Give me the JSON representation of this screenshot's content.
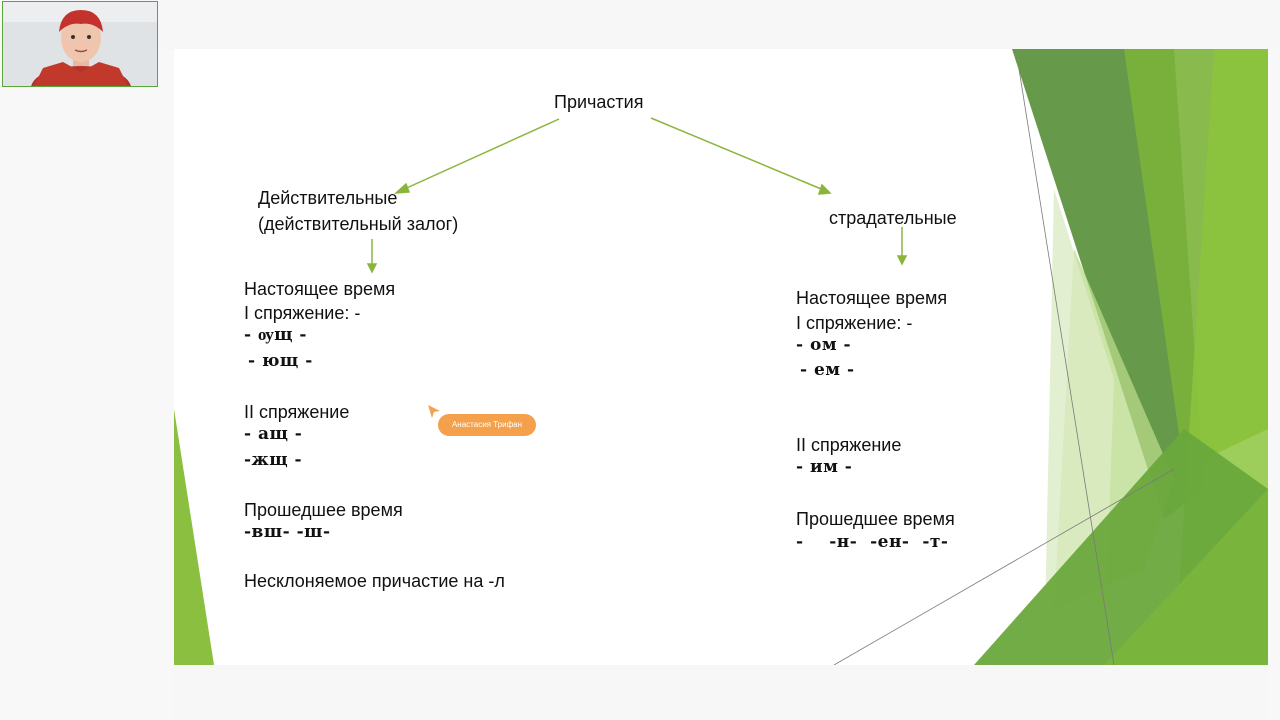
{
  "slide": {
    "root": "Причастия",
    "active": {
      "title_line1": "Действительные",
      "title_line2": "(действительный залог)",
      "present_heading": "Настоящее время",
      "conj1_heading": "I спряжение: -",
      "conj1_suffix1": "- ѹщ -",
      "conj1_suffix2": "- ющ -",
      "conj2_heading": "II спряжение",
      "conj2_suffix1": "- ащ -",
      "conj2_suffix2": "-жщ -",
      "past_heading": "Прошедшее время",
      "past_suffix": "-вш- -ш-",
      "indecl": "Несклоняемое причастие на -л"
    },
    "passive": {
      "title": "страдательные",
      "present_heading": "Настоящее время",
      "conj1_heading": "I спряжение: -",
      "conj1_suffix1": "- ом -",
      "conj1_suffix2": "- ем -",
      "conj2_heading": "II спряжение",
      "conj2_suffix1": "- им -",
      "past_heading": "Прошедшее время",
      "past_suffix": "-    -н-  -ен-  -т-"
    },
    "cursor_label": "Анастасия Трифан"
  },
  "colors": {
    "accent_green": "#7cb342",
    "dark_green": "#5b8a3a",
    "light_green": "#c5dea0",
    "cursor_orange": "#f5a04b"
  }
}
